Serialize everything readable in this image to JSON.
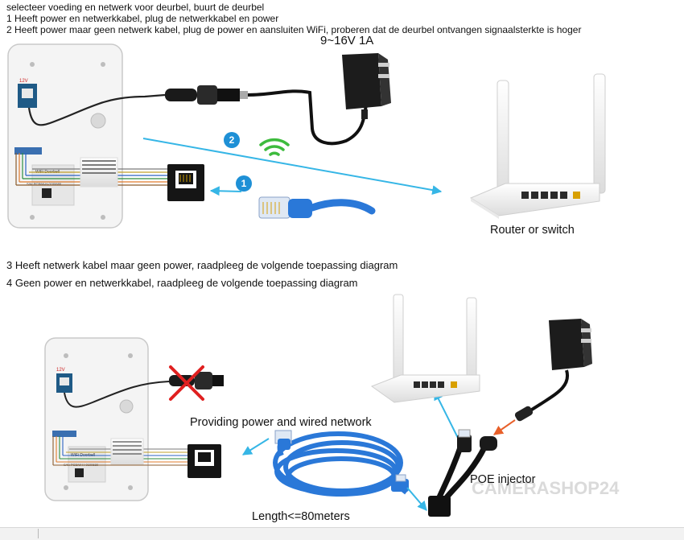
{
  "instructions": {
    "title": "selecteer voeding en netwerk voor deurbel, buurt de deurbel",
    "option1": "1 Heeft power en netwerkkabel, plug de netwerkkabel en power",
    "option2": "2 Heeft power maar geen netwerk kabel, plug de power en aansluiten WiFi, proberen dat de deurbel ontvangen signaalsterkte is hoger",
    "option3": "3 Heeft netwerk kabel maar geen power, raadpleeg de volgende toepassing diagram",
    "option4": "4 Geen power en netwerkkabel, raadpleeg de volgende toepassing diagram"
  },
  "top_diagram": {
    "power_rating": "9~16V 1A",
    "router_label": "Router or switch",
    "step_badge_1": "1",
    "step_badge_2": "2",
    "doorbell_power_tag": "12V",
    "doorbell_module_label": "WiFi Doorbell",
    "doorbell_serial": "S/N: PCB/W-H-0100680"
  },
  "bottom_diagram": {
    "providing_label": "Providing power and wired network",
    "length_label": "Length<=80meters",
    "poe_label": "POE injector",
    "watermark": "CAMERASHOP24",
    "doorbell_power_tag": "12V",
    "doorbell_module_label": "WiFi Doorbell",
    "doorbell_serial": "S/N: PCB/W-H-0100680"
  },
  "colors": {
    "badge_blue": "#1e90d6",
    "arrow_blue": "#36b6e6",
    "wifi_green": "#3dbb3d",
    "cable_blue": "#2a78d8",
    "cross_red": "#e02020",
    "arrow_orange": "#e8602a"
  }
}
